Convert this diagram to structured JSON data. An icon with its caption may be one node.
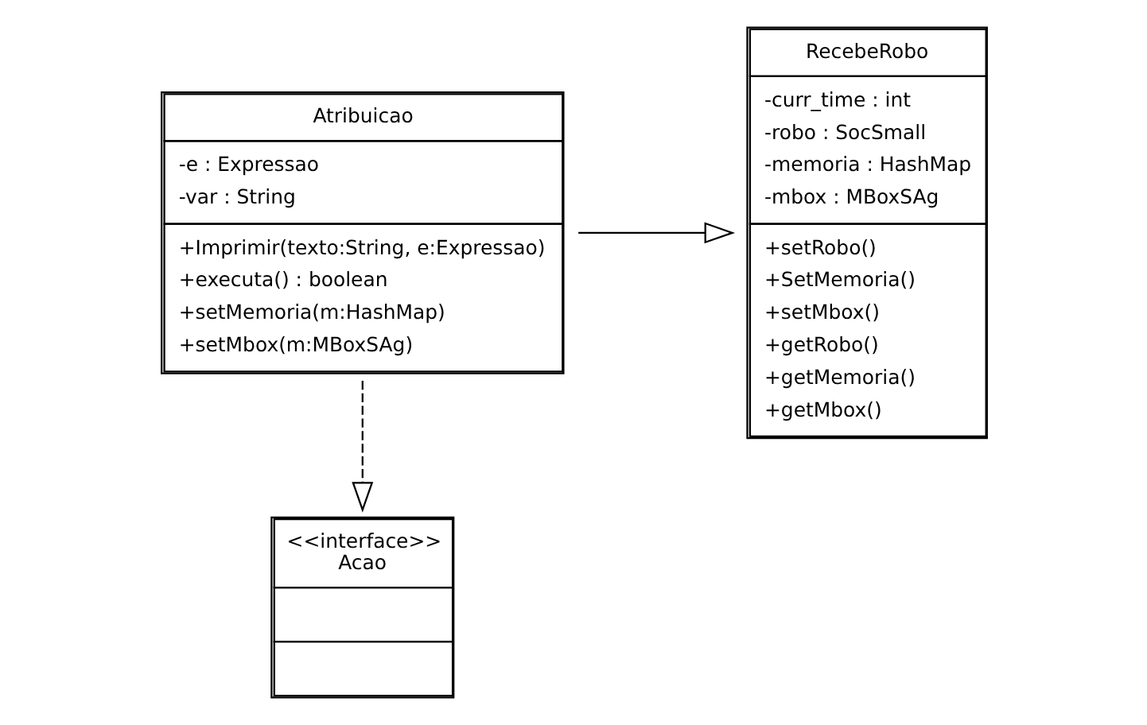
{
  "diagram": {
    "nodes": [
      {
        "text": [
          "<<interface>>",
          "Acao"
        ]
      },
      {
        "text": [
          "Atribuicao",
          "-e : Expressao",
          "-var : String",
          "+Imprimir(texto:String, e:Expressao)",
          "+executa() : boolean",
          "+setMemoria(m:HashMap)",
          "+setMbox(m:MBoxSAg)"
        ]
      },
      {
        "text": [
          "RecebeRobo",
          "-curr_time : int",
          "-robo : SocSmall",
          "-memoria : HashMap",
          "-mbox : MBoxSAg",
          "+setRobo()",
          "+SetMemoria()",
          "+setMbox()",
          "+getRobo()",
          "+getMemoria()",
          "+getMbox()"
        ]
      }
    ],
    "edges": [
      {
        "from": 1,
        "to": 0,
        "arrow": "to",
        "style": "dashed"
      },
      {
        "from": 1,
        "to": 2,
        "arrow": "to"
      }
    ]
  }
}
